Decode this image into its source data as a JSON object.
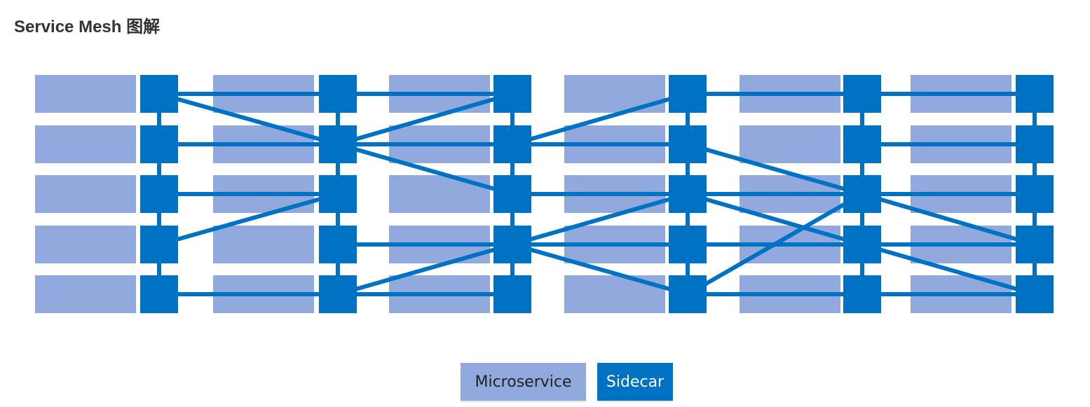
{
  "title": "Service Mesh 图解",
  "colors": {
    "microservice": "#91a9dc",
    "sidecar": "#0072c3",
    "line": "#0072c3"
  },
  "diagram": {
    "columns": 6,
    "rows": 5,
    "connections": [
      {
        "from": [
          0,
          0
        ],
        "to": [
          1,
          0
        ]
      },
      {
        "from": [
          0,
          0
        ],
        "to": [
          1,
          1
        ]
      },
      {
        "from": [
          0,
          1
        ],
        "to": [
          1,
          1
        ]
      },
      {
        "from": [
          0,
          2
        ],
        "to": [
          1,
          2
        ]
      },
      {
        "from": [
          0,
          3
        ],
        "to": [
          1,
          2
        ]
      },
      {
        "from": [
          0,
          4
        ],
        "to": [
          1,
          4
        ]
      },
      {
        "from": [
          1,
          0
        ],
        "to": [
          2,
          0
        ]
      },
      {
        "from": [
          1,
          1
        ],
        "to": [
          2,
          0
        ]
      },
      {
        "from": [
          1,
          1
        ],
        "to": [
          2,
          1
        ]
      },
      {
        "from": [
          1,
          1
        ],
        "to": [
          2,
          2
        ]
      },
      {
        "from": [
          1,
          3
        ],
        "to": [
          2,
          3
        ]
      },
      {
        "from": [
          1,
          4
        ],
        "to": [
          2,
          3
        ]
      },
      {
        "from": [
          1,
          4
        ],
        "to": [
          2,
          4
        ]
      },
      {
        "from": [
          2,
          1
        ],
        "to": [
          3,
          1
        ]
      },
      {
        "from": [
          2,
          1
        ],
        "to": [
          3,
          0
        ]
      },
      {
        "from": [
          2,
          2
        ],
        "to": [
          3,
          2
        ]
      },
      {
        "from": [
          2,
          3
        ],
        "to": [
          3,
          2
        ]
      },
      {
        "from": [
          2,
          3
        ],
        "to": [
          3,
          3
        ]
      },
      {
        "from": [
          2,
          3
        ],
        "to": [
          3,
          4
        ]
      },
      {
        "from": [
          3,
          0
        ],
        "to": [
          4,
          0
        ]
      },
      {
        "from": [
          3,
          1
        ],
        "to": [
          4,
          2
        ]
      },
      {
        "from": [
          3,
          2
        ],
        "to": [
          4,
          2
        ]
      },
      {
        "from": [
          3,
          2
        ],
        "to": [
          4,
          3
        ]
      },
      {
        "from": [
          3,
          3
        ],
        "to": [
          4,
          3
        ]
      },
      {
        "from": [
          3,
          4
        ],
        "to": [
          4,
          4
        ]
      },
      {
        "from": [
          3,
          4
        ],
        "to": [
          4,
          2
        ]
      },
      {
        "from": [
          4,
          0
        ],
        "to": [
          5,
          0
        ]
      },
      {
        "from": [
          4,
          1
        ],
        "to": [
          5,
          1
        ]
      },
      {
        "from": [
          4,
          2
        ],
        "to": [
          5,
          2
        ]
      },
      {
        "from": [
          4,
          2
        ],
        "to": [
          5,
          3
        ]
      },
      {
        "from": [
          4,
          3
        ],
        "to": [
          5,
          3
        ]
      },
      {
        "from": [
          4,
          3
        ],
        "to": [
          5,
          4
        ]
      },
      {
        "from": [
          4,
          4
        ],
        "to": [
          5,
          4
        ]
      }
    ]
  },
  "legend": {
    "microservice_label": "Microservice",
    "sidecar_label": "Sidecar"
  }
}
